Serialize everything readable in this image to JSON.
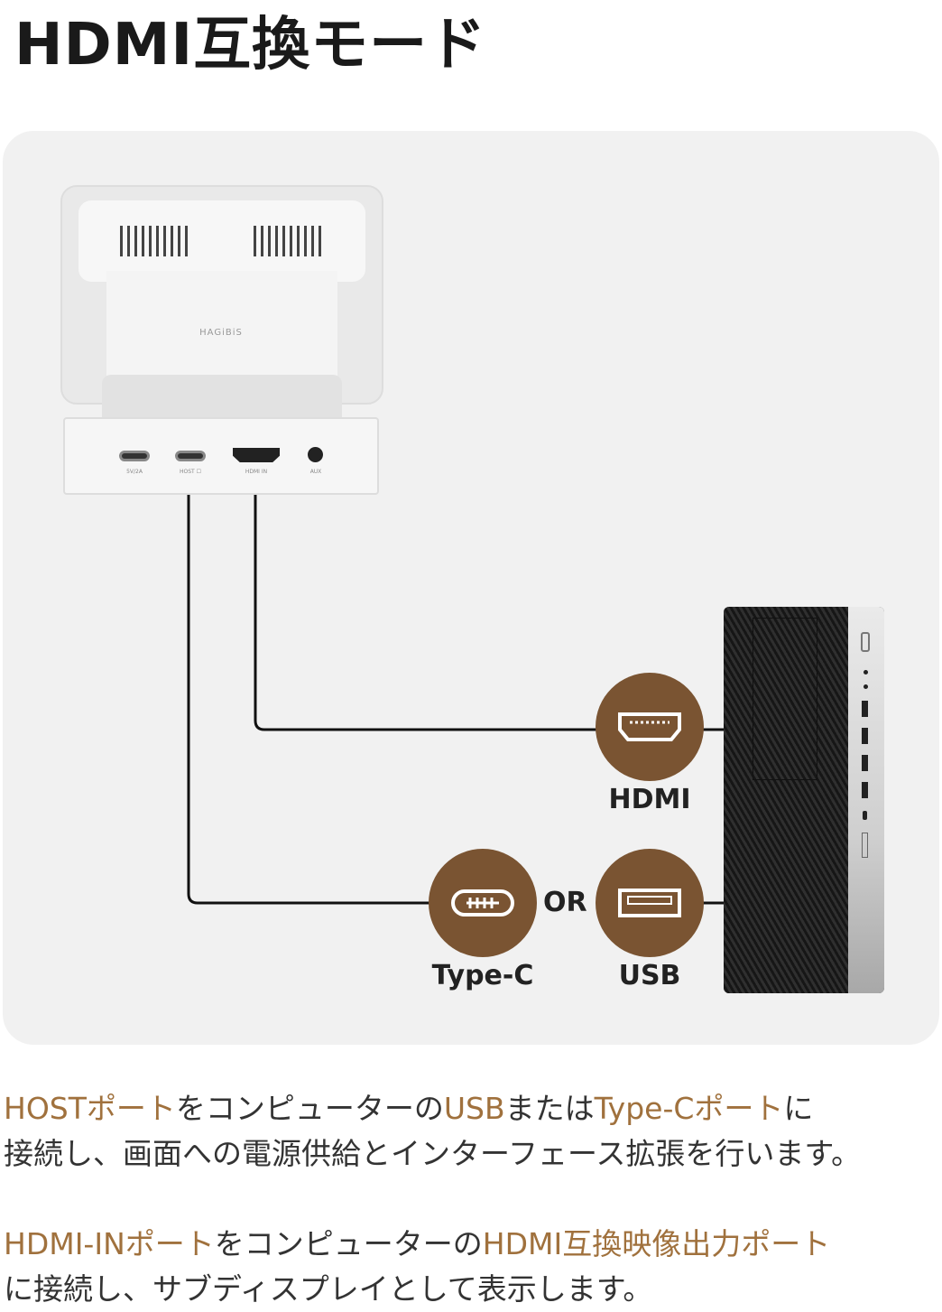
{
  "title": "HDMI互換モード",
  "device": {
    "brand": "HAGiBiS",
    "ports": [
      "5V/2A",
      "HOST ☐",
      "HDMI IN",
      "AUX"
    ]
  },
  "connectors": {
    "hdmi": "HDMI",
    "typec": "Type-C",
    "or": "OR",
    "usb": "USB"
  },
  "colors": {
    "accent": "#a0713d",
    "circle": "#7a5432"
  },
  "paragraphs": [
    {
      "lines": [
        [
          {
            "t": "HOSTポート",
            "a": true
          },
          {
            "t": "をコンピューターの"
          },
          {
            "t": "USB",
            "a": true
          },
          {
            "t": "または"
          },
          {
            "t": "Type-Cポート",
            "a": true
          },
          {
            "t": "に"
          }
        ],
        [
          {
            "t": "接続し、画面への電源供給とインターフェース拡張を行います。"
          }
        ]
      ]
    },
    {
      "lines": [
        [
          {
            "t": "HDMI-INポート",
            "a": true
          },
          {
            "t": "をコンピューターの"
          },
          {
            "t": "HDMI互換映像出力ポート",
            "a": true
          }
        ],
        [
          {
            "t": "に接続し、サブディスプレイとして表示します。"
          }
        ]
      ]
    }
  ]
}
